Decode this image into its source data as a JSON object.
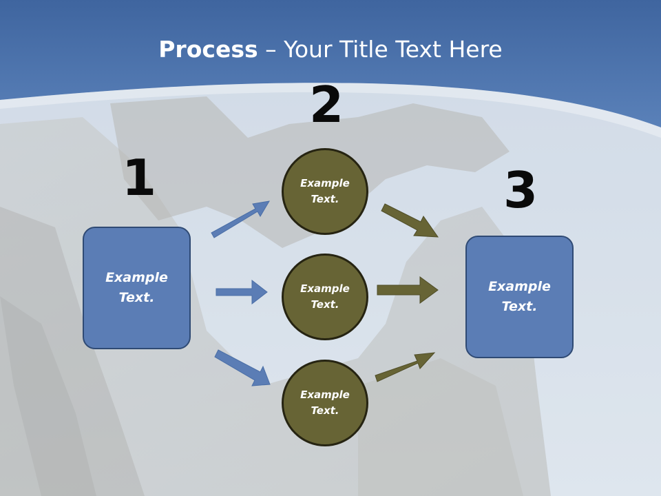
{
  "title": {
    "bold": "Process",
    "rest": " – Your Title Text Here"
  },
  "steps": [
    {
      "number": "1",
      "label": "Example Text."
    },
    {
      "number": "2",
      "label": "Example Text."
    },
    {
      "number": "3",
      "label": "Example Text."
    }
  ],
  "circles": [
    {
      "label": "Example Text."
    },
    {
      "label": "Example Text."
    },
    {
      "label": "Example Text."
    }
  ],
  "colors": {
    "header": "#4a72ad",
    "box_fill": "#5b7db5",
    "circle_fill": "#676435",
    "blue_arrow": "#5b7db5",
    "olive_arrow": "#676435"
  }
}
